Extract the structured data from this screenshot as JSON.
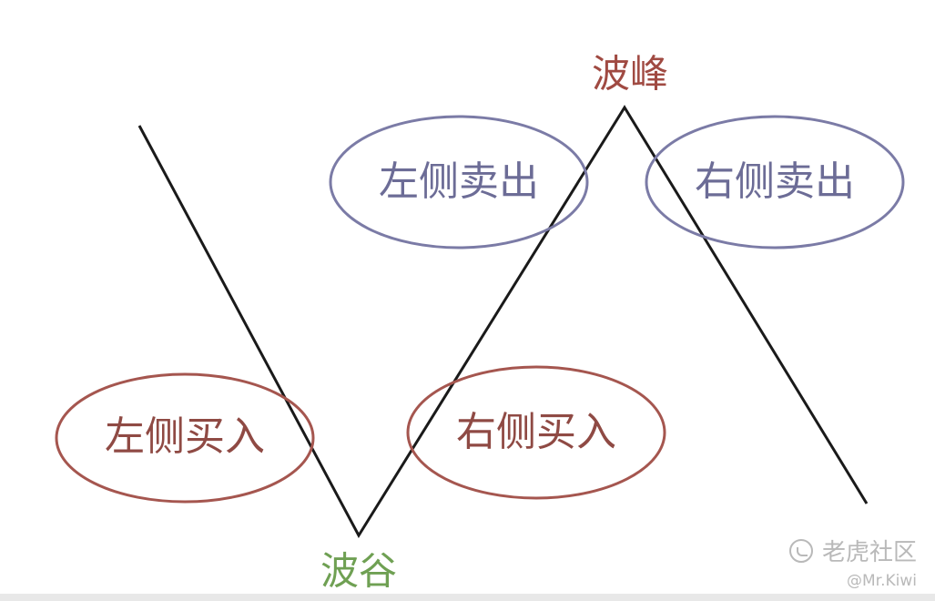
{
  "labels": {
    "peak": "波峰",
    "trough": "波谷",
    "left_sell": "左侧卖出",
    "right_sell": "右侧卖出",
    "left_buy": "左侧买入",
    "right_buy": "右侧买入"
  },
  "watermark": {
    "brand": "老虎社区",
    "handle": "@Mr.Kiwi",
    "icon": "tiger-logo-icon"
  },
  "colors": {
    "line": "#1a1a1a",
    "sell_ellipse": "#7b7ba6",
    "sell_text": "#6c6c96",
    "buy_ellipse": "#a5564f",
    "buy_text": "#8f4a44",
    "peak_label": "#a04a42",
    "trough_label": "#6fa053",
    "watermark": "#b9b9b9"
  }
}
